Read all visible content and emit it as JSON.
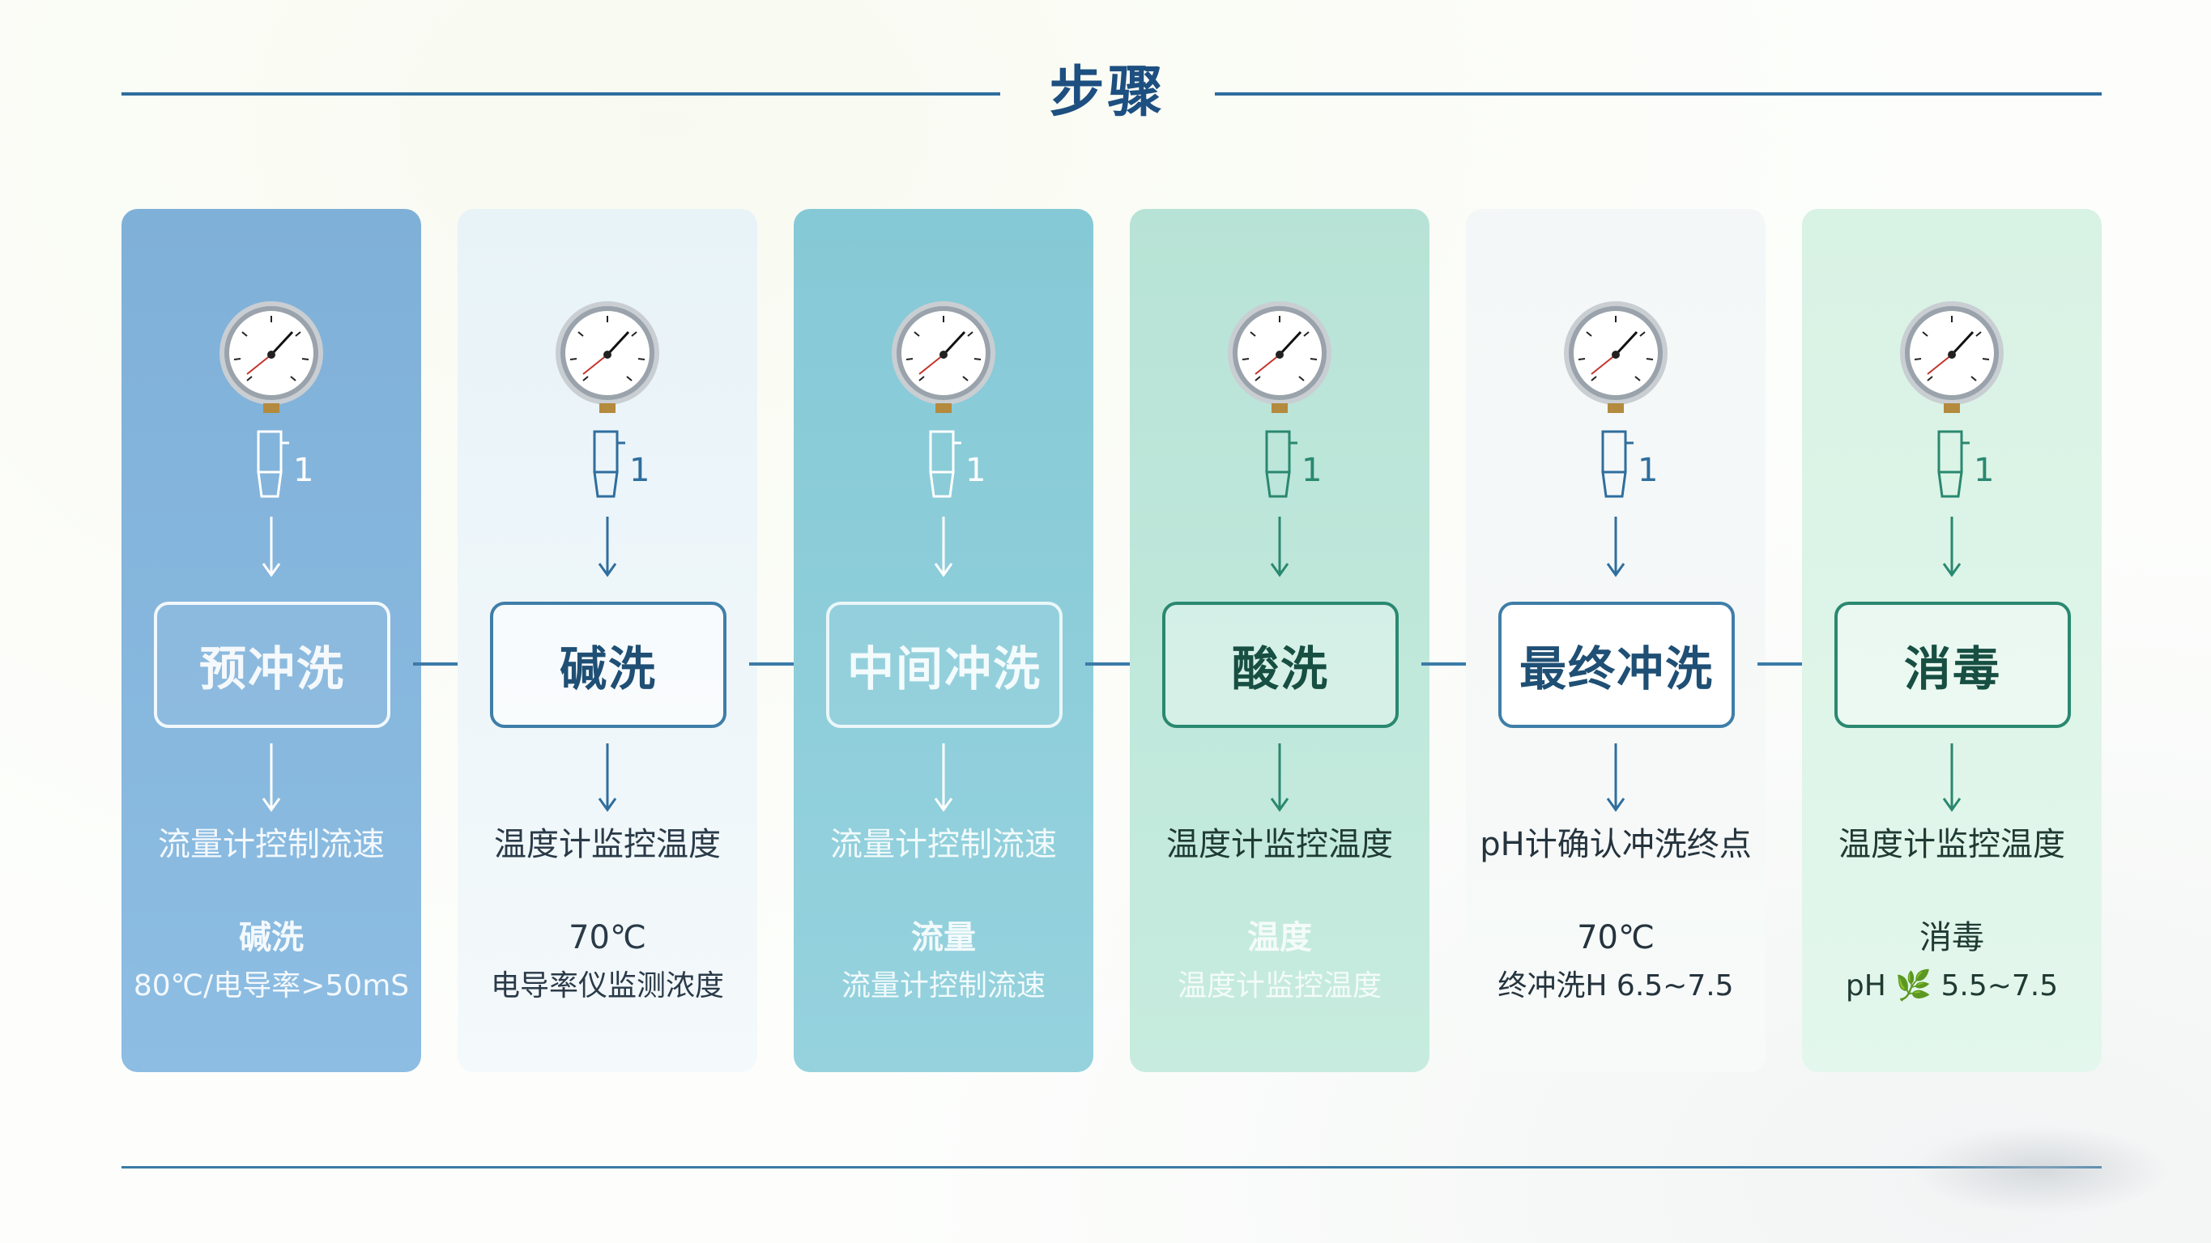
{
  "title": "步骤",
  "steps": [
    {
      "name": "预冲洗",
      "instrument": "流量计控制流速",
      "detail_title": "碱洗",
      "detail_sub": "80℃/电导率>50mS",
      "sensor_label": "1"
    },
    {
      "name": "碱洗",
      "instrument": "温度计监控温度",
      "detail_title": "70℃",
      "detail_sub": "电导率仪监测浓度",
      "sensor_label": "1"
    },
    {
      "name": "中间冲洗",
      "instrument": "流量计控制流速",
      "detail_title": "流量",
      "detail_sub": "流量计控制流速",
      "sensor_label": "1"
    },
    {
      "name": "酸洗",
      "instrument": "温度计监控温度",
      "detail_title": "温度",
      "detail_sub": "温度计监控温度",
      "sensor_label": "1"
    },
    {
      "name": "最终冲洗",
      "instrument": "pH计确认冲洗终点",
      "detail_title": "70℃",
      "detail_sub": "终冲洗H 6.5~7.5",
      "sensor_label": "1"
    },
    {
      "name": "消毒",
      "instrument": "温度计监控温度",
      "detail_title": "消毒",
      "detail_sub": "pH 🌿 5.5~7.5",
      "sensor_label": "1"
    }
  ],
  "colors": {
    "accent": "#2f6e9e",
    "title": "#1d4f80",
    "teal": "#2a8870"
  },
  "icons": {
    "gauge": "pressure-gauge-icon",
    "sensor": "sensor-probe-icon",
    "arrow_down": "arrow-down-icon",
    "arrow_right": "arrow-right-icon"
  }
}
